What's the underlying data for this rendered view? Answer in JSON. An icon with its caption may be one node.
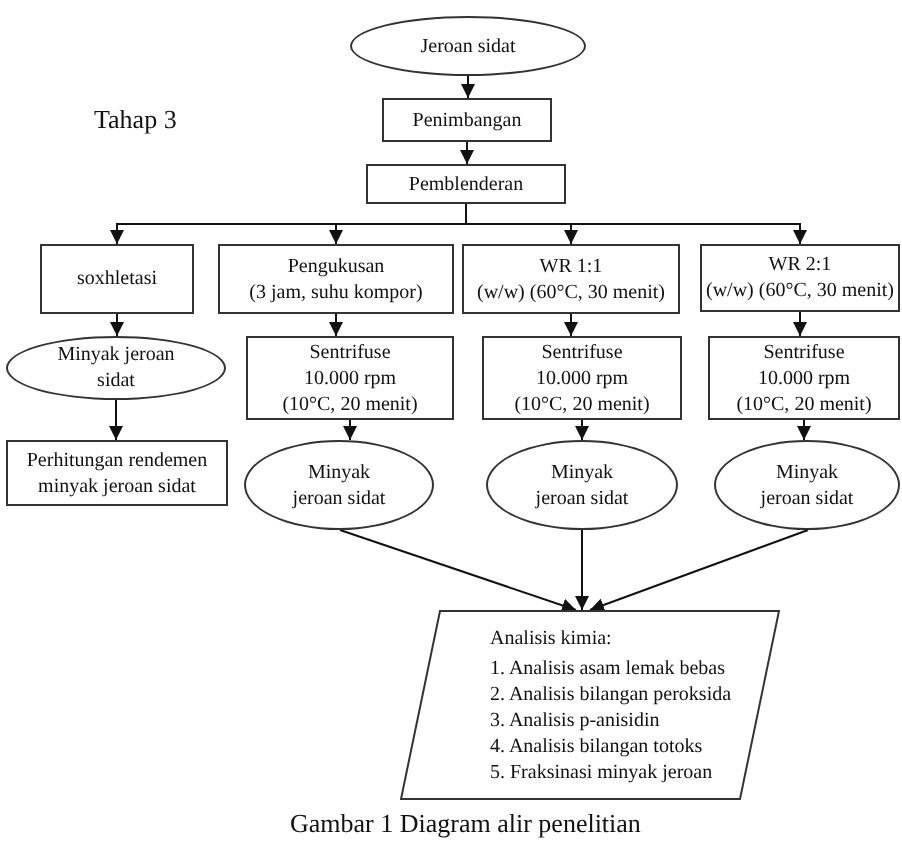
{
  "diagram": {
    "caption": "Gambar 1 Diagram alir penelitian",
    "nodes": [
      {
        "text": [
          "Jeroan sidat"
        ]
      },
      {
        "text": [
          "Penimbangan"
        ]
      },
      {
        "text": [
          "Pemblenderan"
        ]
      },
      {
        "text": [
          "soxhletasi"
        ]
      },
      {
        "text": [
          "Pengukusan (3 jam, suhu kompor)"
        ]
      },
      {
        "text": [
          "WR 1:1 (w/w) (60°C, 30 menit)"
        ]
      },
      {
        "text": [
          "WR 2:1 (w/w) (60°C, 30 menit)"
        ]
      },
      {
        "text": [
          "Minyak jeroan sidat"
        ]
      },
      {
        "text": [
          "Sentrifuse 10.000 rpm (10°C, 20 menit)"
        ]
      },
      {
        "text": [
          "Sentrifuse 10.000 rpm (10°C, 20 menit)"
        ]
      },
      {
        "text": [
          "Sentrifuse 10.000 rpm (10°C, 20 menit)"
        ]
      },
      {
        "text": [
          "Perhitungan rendemen minyak jeroan sidat"
        ]
      },
      {
        "text": [
          "Minyak jeroan sidat"
        ]
      },
      {
        "text": [
          "Minyak jeroan sidat"
        ]
      },
      {
        "text": [
          "Minyak jeroan sidat"
        ]
      },
      {
        "text": [
          "Analisis kimia:",
          "1. Analisis asam lemak bebas",
          "2. Analisis bilangan peroksida",
          "3. Analisis p-anisidin",
          "4. Analisis bilangan totoks",
          "5. Fraksinasi minyak jeroan"
        ]
      }
    ],
    "edges": [
      {
        "from": 0,
        "to": 1,
        "arrow": "to"
      },
      {
        "from": 1,
        "to": 2,
        "arrow": "to"
      },
      {
        "from": 2,
        "to": 3,
        "arrow": "to"
      },
      {
        "from": 2,
        "to": 4,
        "arrow": "to"
      },
      {
        "from": 2,
        "to": 5,
        "arrow": "to"
      },
      {
        "from": 2,
        "to": 6,
        "arrow": "to"
      },
      {
        "from": 3,
        "to": 7,
        "arrow": "to"
      },
      {
        "from": 4,
        "to": 8,
        "arrow": "to"
      },
      {
        "from": 5,
        "to": 9,
        "arrow": "to"
      },
      {
        "from": 6,
        "to": 10,
        "arrow": "to"
      },
      {
        "from": 7,
        "to": 11,
        "arrow": "to"
      },
      {
        "from": 8,
        "to": 12,
        "arrow": "to"
      },
      {
        "from": 9,
        "to": 13,
        "arrow": "to"
      },
      {
        "from": 10,
        "to": 14,
        "arrow": "to"
      },
      {
        "from": 12,
        "to": 15,
        "arrow": "to"
      },
      {
        "from": 13,
        "to": 15,
        "arrow": "to"
      },
      {
        "from": 14,
        "to": 15,
        "arrow": "to"
      }
    ],
    "labels": [
      "Tahap 3"
    ]
  }
}
